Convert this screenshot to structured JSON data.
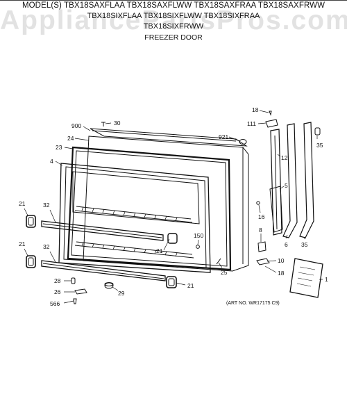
{
  "header": {
    "models_line1": "MODEL(S) TBX18SAXFLAA  TBX18SAXFLWW  TBX18SAXFRAA  TBX18SAXFRWW",
    "models_line2": "TBX18SIXFLAA  TBX18SIXFLWW  TBX18SIXFRAA",
    "models_line3": "TBX18SIXFRWW",
    "section_title": "FREEZER DOOR"
  },
  "watermark": "AppliancePartsPros.com",
  "art_number": "(ART NO. WR17175 C9)",
  "part_labels": {
    "p900": "900",
    "p30": "30",
    "p24": "24",
    "p921": "921",
    "p23": "23",
    "p4": "4",
    "p18a": "18",
    "p111": "111",
    "p35a": "35",
    "p12": "12",
    "p5": "5",
    "p8": "8",
    "p16": "16",
    "p6": "6",
    "p35b": "35",
    "p10": "10",
    "p18b": "18",
    "p1": "1",
    "p21a": "21",
    "p32a": "32",
    "p21b": "21",
    "p32b": "32",
    "p150": "150",
    "p21c": "21",
    "p25": "25",
    "p28": "28",
    "p26": "26",
    "p566": "566",
    "p29": "29",
    "p21d": "21"
  }
}
